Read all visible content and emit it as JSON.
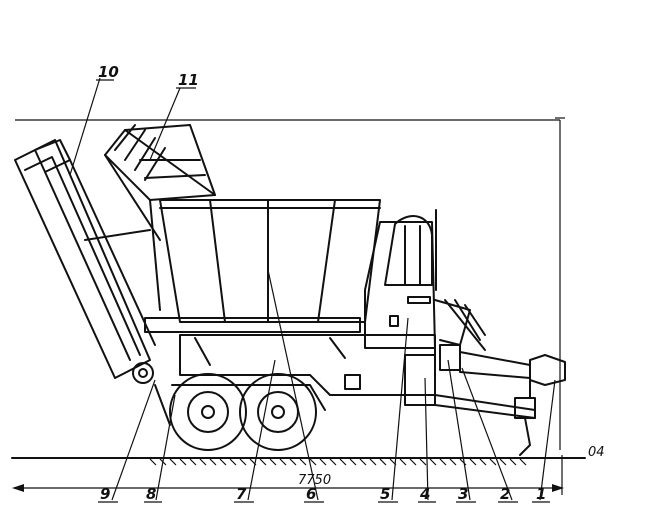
{
  "callouts": {
    "c1": "1",
    "c2": "2",
    "c3": "3",
    "c4": "4",
    "c5": "5",
    "c6": "6",
    "c7": "7",
    "c8": "8",
    "c9": "9",
    "c10": "10",
    "c11": "11"
  },
  "dimension": {
    "overall_length": "7750"
  },
  "colors": {
    "ink": "#111111",
    "paper": "#ffffff"
  }
}
